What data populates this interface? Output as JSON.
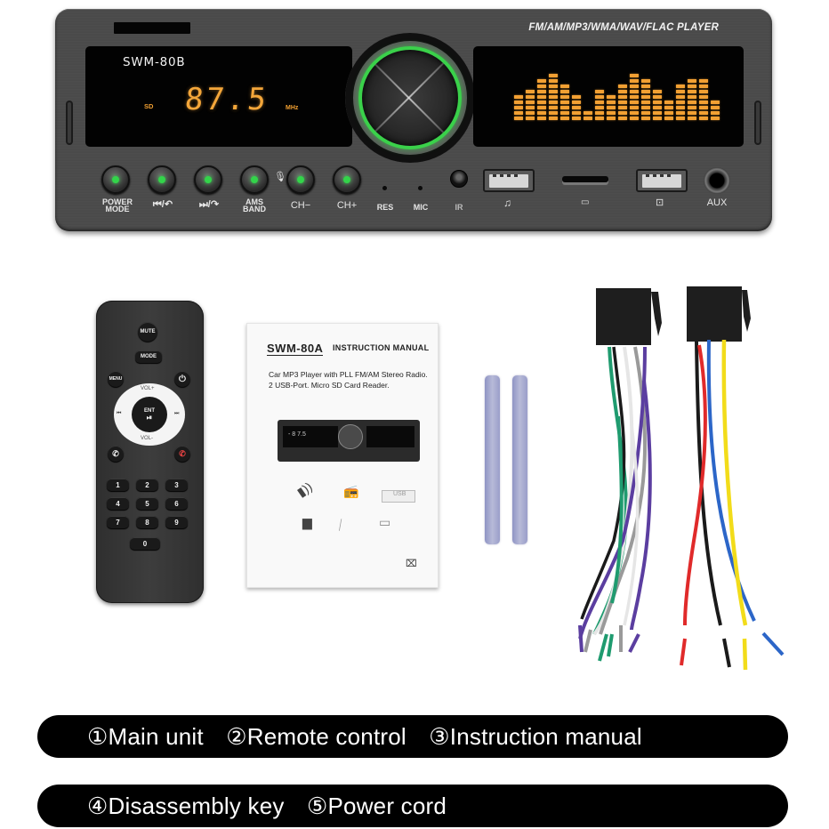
{
  "main_unit": {
    "header_text": "FM/AM/MP3/WMA/WAV/FLAC PLAYER",
    "display": {
      "model": "SWM-80B",
      "source": "SD",
      "frequency": "87.5",
      "unit": "MHz",
      "digit_color": "#f3a63a"
    },
    "knob_ring_color": "#3ad14a",
    "equalizer_levels": [
      5,
      6,
      8,
      9,
      7,
      5,
      2,
      6,
      5,
      7,
      9,
      8,
      6,
      4,
      7,
      8,
      8,
      4
    ],
    "buttons": [
      {
        "label": "POWER\nMODE",
        "label1": "POWER",
        "label2": "MODE"
      },
      {
        "label": "⏮/↶"
      },
      {
        "label": "⏭/↷"
      },
      {
        "label": "AMS\nBAND",
        "label1": "AMS",
        "label2": "BAND"
      },
      {
        "label": "CH−"
      },
      {
        "label": "CH+"
      }
    ],
    "ports": {
      "res": "RES",
      "mic": "MIC",
      "ir": "IR",
      "usb1_icon": "♫",
      "sd_icon": "▭",
      "usb2_icon": "⊡",
      "aux": "AUX"
    }
  },
  "remote": {
    "mute": "MUTE",
    "mode": "MODE",
    "menu": "MENU",
    "power_icon": "⏻",
    "vol_up": "VOL+",
    "vol_down": "VOL-",
    "prev": "⏮",
    "next": "⏭",
    "enter_top": "ENT",
    "enter_bottom": "⏯",
    "call_icon": "✆",
    "hangup_icon": "✆",
    "keys": [
      "1",
      "2",
      "3",
      "4",
      "5",
      "6",
      "7",
      "8",
      "9",
      "0"
    ]
  },
  "manual": {
    "model": "SWM-80A",
    "title": "INSTRUCTION MANUAL",
    "description": "Car MP3 Player with PLL FM/AM Stereo Radio. 2 USB-Port. Micro SD Card Reader.",
    "mini_display": "- 8 7.5",
    "usb_label": "USB",
    "bin_icon": "⌧"
  },
  "disassembly_keys": {
    "count": 2,
    "color": "#a3a7cf"
  },
  "power_cord": {
    "left_wires": [
      "#1f9b6f",
      "#1a1a1a",
      "#e6e6e6",
      "#9a9a9a",
      "#5b3ea0"
    ],
    "right_wires": [
      "#1a1a1a",
      "#e02a2a",
      "#2c66c8",
      "#f2dc1a"
    ]
  },
  "captions": {
    "line1": [
      "①Main unit",
      "②Remote control",
      "③Instruction manual"
    ],
    "line2": [
      "④Disassembly key",
      "⑤Power cord"
    ]
  }
}
